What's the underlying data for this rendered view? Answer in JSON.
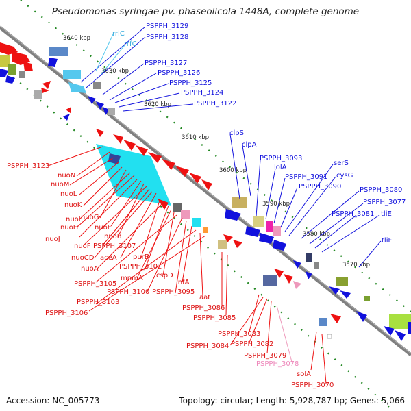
{
  "title": "Pseudomonas syringae pv. phaseolicola 1448A, complete genome",
  "footer": {
    "accession": "Accession: NC_005773",
    "stats": "Topology: circular; Length: 5,928,787 bp; Genes: 5,066"
  },
  "colors": {
    "backbone": "#808080",
    "forward_gene": "#ee1111",
    "reverse_gene": "#1111dd",
    "rrna": "#55c8ee",
    "pseudo": "#ee99bb",
    "tick": "#228822"
  },
  "ticks": [
    "3640 kbp",
    "3630 kbp",
    "3620 kbp",
    "3610 kbp",
    "3600 kbp",
    "3590 kbp",
    "3580 kbp",
    "3570 kbp"
  ],
  "labels": {
    "top_cyan": [
      "rrlC",
      "rrfC"
    ],
    "top_blue": [
      "PSPPH_3129",
      "PSPPH_3128",
      "PSPPH_3127",
      "PSPPH_3126",
      "PSPPH_3125",
      "PSPPH_3124",
      "PSPPH_3122"
    ],
    "mid_blue": [
      "clpS",
      "clpA",
      "PSPPH_3093",
      "lolA",
      "PSPPH_3091",
      "PSPPH_3090",
      "serS",
      "cysG",
      "PSPPH_3080",
      "PSPPH_3077",
      "PSPPH_3081",
      "tliE",
      "tliF"
    ],
    "left_red": [
      "PSPPH_3123",
      "nuoN",
      "nuoM",
      "nuoL",
      "nuoK",
      "nuoG",
      "nuoI",
      "nuoH",
      "nuoJ",
      "nuoE",
      "nuoB",
      "nuoF",
      "PSPPH_3107",
      "nuoCD",
      "aceA",
      "purB",
      "nuoA",
      "PSPPH_3101",
      "mnmA",
      "cspD",
      "PSPPH_3105",
      "PSPPH_3100",
      "PSPPH_3095",
      "infA",
      "PSPPH_3103",
      "aat",
      "PSPPH_3106",
      "PSPPH_3086",
      "PSPPH_3085"
    ],
    "bottom_red": [
      "PSPPH_3083",
      "PSPPH_3084",
      "PSPPH_3082",
      "PSPPH_3079",
      "solA",
      "PSPPH_3070"
    ],
    "bottom_pink": [
      "PSPPH_3078"
    ]
  }
}
